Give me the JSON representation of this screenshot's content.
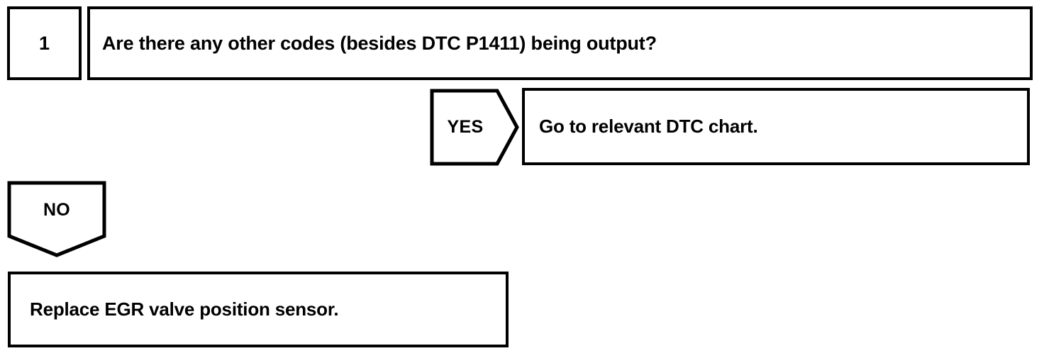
{
  "document": {
    "type": "diagnostic-troubleshooting-flowchart",
    "background_color": "#ffffff",
    "line_color": "#000000"
  },
  "flowchart": {
    "step": {
      "number": "1",
      "question": "Are there any other codes (besides DTC P1411) being output?"
    },
    "branches": [
      {
        "label": "YES",
        "direction": "right",
        "result": "Go to relevant DTC chart."
      },
      {
        "label": "NO",
        "direction": "down",
        "result": "Replace EGR valve position sensor."
      }
    ]
  }
}
